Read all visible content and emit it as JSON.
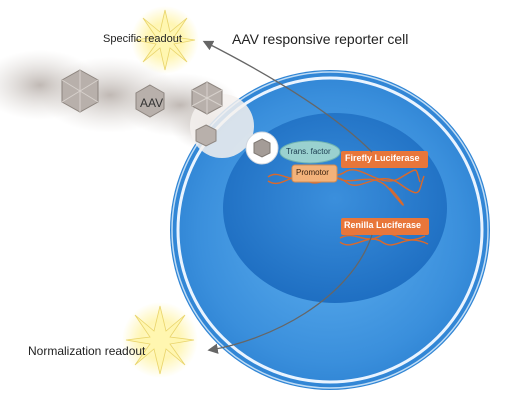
{
  "title": "AAV responsive reporter cell",
  "labels": {
    "aav": "AAV",
    "trans_factor": "Trans. factor",
    "promotor": "Promotor",
    "firefly": "Firefly Luciferase",
    "renilla": "Renilla Luciferase",
    "specific_readout": "Specific readout",
    "normalization_readout": "Normalization readout"
  },
  "colors": {
    "cell_outer": "#2f86d6",
    "cell_inner": "#1e6fc4",
    "membrane": "#eaf4ff",
    "reporter_box": "#e8763a",
    "dna": "#d9692c",
    "trans_factor": "#9ad1cf",
    "promotor": "#f3b27a",
    "star": "#fff3a0",
    "virus": "#b8b0ab"
  },
  "icons": [
    "aav-virion-icon",
    "starburst-icon"
  ]
}
